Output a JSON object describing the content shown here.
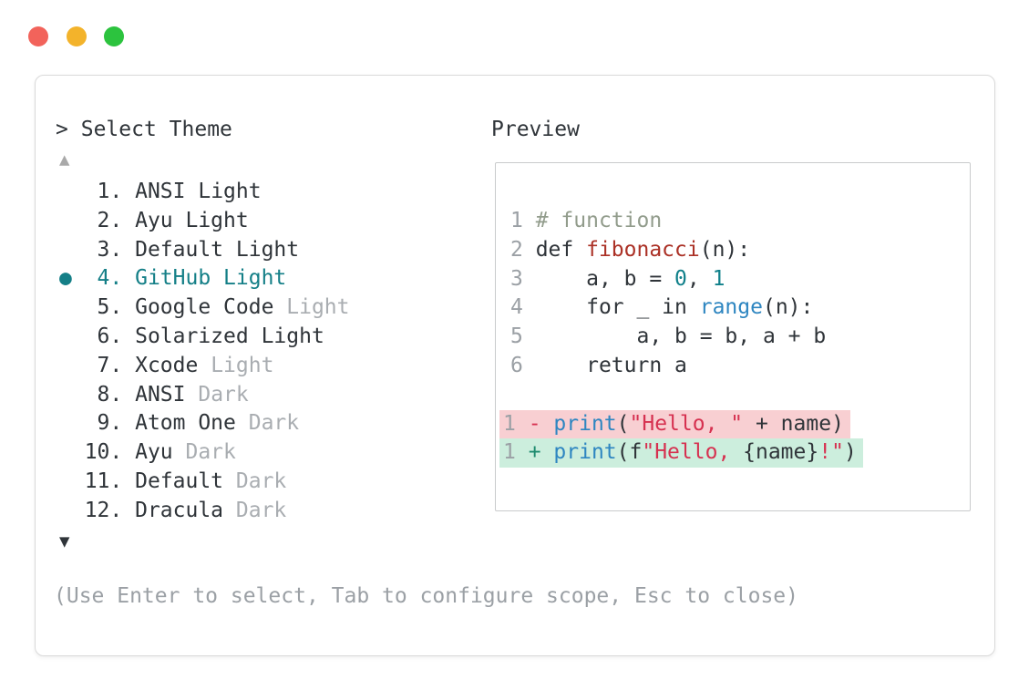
{
  "window": {
    "traffic_lights": [
      {
        "name": "close",
        "color": "#f2635b"
      },
      {
        "name": "minimize",
        "color": "#f3b32b"
      },
      {
        "name": "zoom",
        "color": "#2cc33e"
      }
    ]
  },
  "prompt": {
    "caret": ">",
    "title": "Select Theme"
  },
  "indicators": {
    "up": "▲",
    "down": "▼"
  },
  "selected_marker": "●",
  "themes": [
    {
      "number": "1",
      "name": "ANSI",
      "variant": "Light",
      "muted": false,
      "selected": false
    },
    {
      "number": "2",
      "name": "Ayu",
      "variant": "Light",
      "muted": false,
      "selected": false
    },
    {
      "number": "3",
      "name": "Default",
      "variant": "Light",
      "muted": false,
      "selected": false
    },
    {
      "number": "4",
      "name": "GitHub",
      "variant": "Light",
      "muted": false,
      "selected": true
    },
    {
      "number": "5",
      "name": "Google Code",
      "variant": "Light",
      "muted": true,
      "selected": false
    },
    {
      "number": "6",
      "name": "Solarized",
      "variant": "Light",
      "muted": false,
      "selected": false
    },
    {
      "number": "7",
      "name": "Xcode",
      "variant": "Light",
      "muted": true,
      "selected": false
    },
    {
      "number": "8",
      "name": "ANSI",
      "variant": "Dark",
      "muted": true,
      "selected": false
    },
    {
      "number": "9",
      "name": "Atom One",
      "variant": "Dark",
      "muted": true,
      "selected": false
    },
    {
      "number": "10",
      "name": "Ayu",
      "variant": "Dark",
      "muted": true,
      "selected": false
    },
    {
      "number": "11",
      "name": "Default",
      "variant": "Dark",
      "muted": true,
      "selected": false
    },
    {
      "number": "12",
      "name": "Dracula",
      "variant": "Dark",
      "muted": true,
      "selected": false
    }
  ],
  "preview": {
    "label": "Preview",
    "code_lines": [
      {
        "num": "1",
        "segments": [
          {
            "t": "# function",
            "c": "comment"
          }
        ]
      },
      {
        "num": "2",
        "segments": [
          {
            "t": "def ",
            "c": "text"
          },
          {
            "t": "fibonacci",
            "c": "func"
          },
          {
            "t": "(n):",
            "c": "text"
          }
        ]
      },
      {
        "num": "3",
        "segments": [
          {
            "t": "    a, b = ",
            "c": "text"
          },
          {
            "t": "0",
            "c": "num"
          },
          {
            "t": ", ",
            "c": "text"
          },
          {
            "t": "1",
            "c": "num"
          }
        ]
      },
      {
        "num": "4",
        "segments": [
          {
            "t": "    for _ in ",
            "c": "text"
          },
          {
            "t": "range",
            "c": "builtin"
          },
          {
            "t": "(n):",
            "c": "text"
          }
        ]
      },
      {
        "num": "5",
        "segments": [
          {
            "t": "        a, b = b, a + b",
            "c": "text"
          }
        ]
      },
      {
        "num": "6",
        "segments": [
          {
            "t": "    return a",
            "c": "text"
          }
        ]
      }
    ],
    "diff_lines": [
      {
        "num": "1",
        "sign": "-",
        "kind": "removed",
        "segments": [
          {
            "t": "print",
            "c": "builtin"
          },
          {
            "t": "(",
            "c": "text"
          },
          {
            "t": "\"Hello, \"",
            "c": "string"
          },
          {
            "t": " + name)",
            "c": "text"
          }
        ]
      },
      {
        "num": "1",
        "sign": "+",
        "kind": "added",
        "segments": [
          {
            "t": "print",
            "c": "builtin"
          },
          {
            "t": "(f",
            "c": "text"
          },
          {
            "t": "\"Hello, ",
            "c": "string"
          },
          {
            "t": "{name}",
            "c": "text"
          },
          {
            "t": "!\"",
            "c": "string"
          },
          {
            "t": ")",
            "c": "text"
          }
        ]
      }
    ]
  },
  "help_text": "(Use Enter to select, Tab to configure scope, Esc to close)",
  "colors": {
    "text": "#2f3439",
    "muted": "#a9adb1",
    "line_number": "#9ba0a5",
    "help": "#9ba0a5",
    "up_arrow": "#a9a9a9",
    "accent": "#147f87",
    "comment": "#929c8c",
    "function": "#ab3126",
    "number": "#10808a",
    "builtin": "#2e86c1",
    "string": "#d63150",
    "minus": "#d63150",
    "plus": "#1d8a6e",
    "removed_bg": "#f8cfd2",
    "added_bg": "#cceedd",
    "border": "#d9d9d9",
    "preview_border": "#c9cbcc"
  }
}
